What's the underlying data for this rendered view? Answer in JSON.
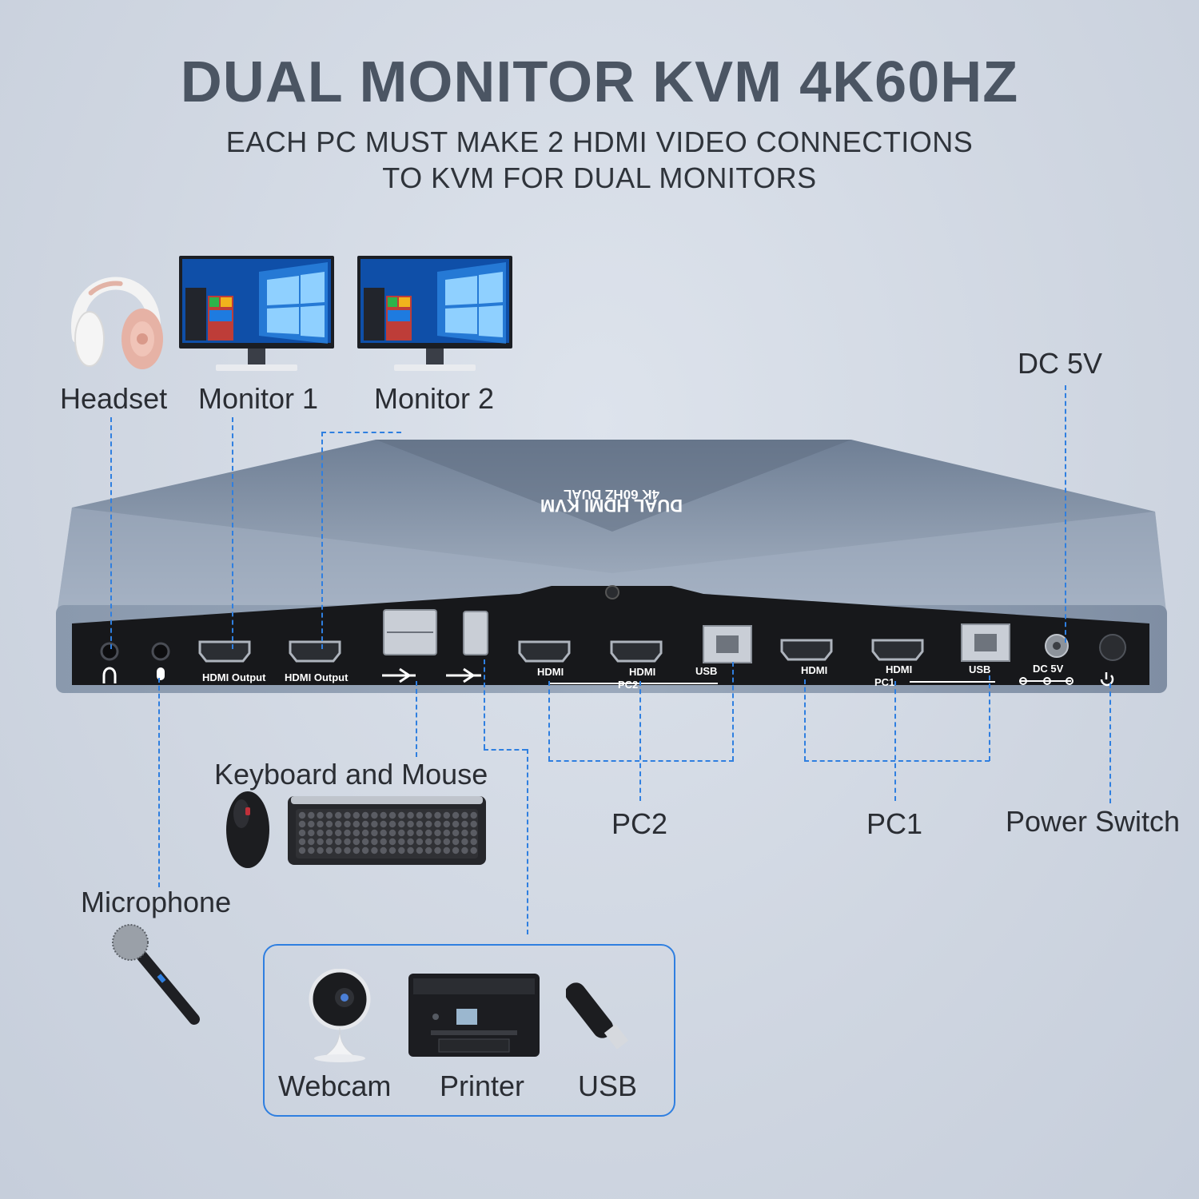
{
  "title": "DUAL MONITOR KVM 4K60HZ",
  "subtitle_line1": "EACH PC MUST MAKE 2 HDMI VIDEO CONNECTIONS",
  "subtitle_line2": "TO KVM FOR DUAL MONITORS",
  "device_top_text_line1": "DUAL HDMI KVM",
  "device_top_text_line2": "4K 60HZ DUAL",
  "labels": {
    "headset": "Headset",
    "monitor1": "Monitor 1",
    "monitor2": "Monitor 2",
    "dc5v": "DC 5V",
    "keyboard_mouse": "Keyboard and Mouse",
    "pc2": "PC2",
    "pc1": "PC1",
    "power_switch": "Power Switch",
    "microphone": "Microphone",
    "webcam": "Webcam",
    "printer": "Printer",
    "usb": "USB"
  },
  "port_labels": {
    "hdmi_output": "HDMI Output",
    "hdmi": "HDMI",
    "usb": "USB",
    "pc2": "PC2",
    "pc1": "PC1",
    "dc5v": "DC 5V"
  },
  "colors": {
    "connector_line": "#2f7fe0",
    "title": "#4b5563",
    "device_body": "#7e8ea3",
    "device_panel": "#1a1b1e"
  }
}
